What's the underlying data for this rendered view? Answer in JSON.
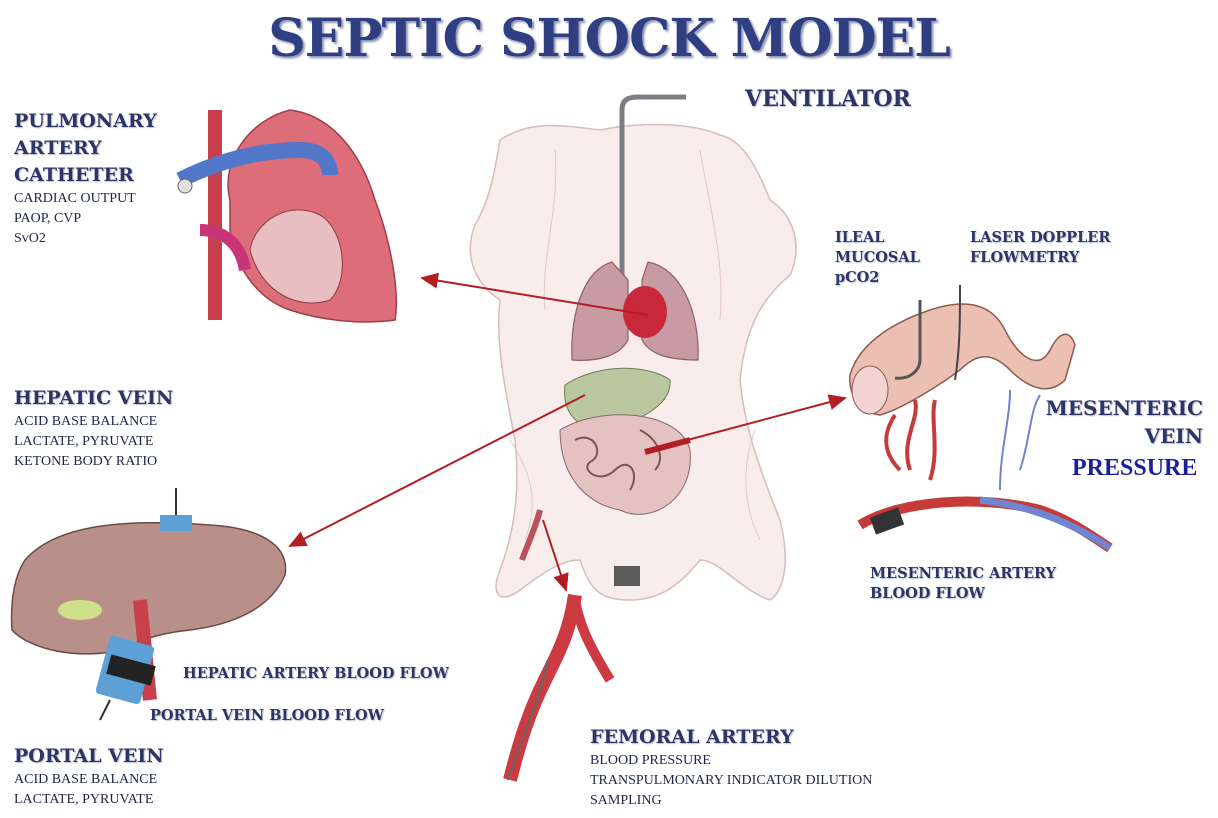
{
  "title": "SEPTIC SHOCK MODEL",
  "ventilator": "VENTILATOR",
  "pulmonary": {
    "heading": [
      "PULMONARY",
      "ARTERY",
      "CATHETER"
    ],
    "measures": [
      "CARDIAC OUTPUT",
      "PAOP, CVP",
      "SvO2"
    ]
  },
  "hepatic": {
    "heading": "HEPATIC VEIN",
    "measures": [
      "ACID BASE BALANCE",
      "LACTATE, PYRUVATE",
      "KETONE BODY RATIO"
    ]
  },
  "liver_labels": {
    "hepatic_artery": "HEPATIC ARTERY BLOOD FLOW",
    "portal_vein_flow": "PORTAL VEIN BLOOD FLOW"
  },
  "portal": {
    "heading": "PORTAL VEIN",
    "measures": [
      "ACID BASE BALANCE",
      "LACTATE, PYRUVATE"
    ]
  },
  "ileal": [
    "ILEAL",
    "MUCOSAL",
    "pCO2"
  ],
  "laser": [
    "LASER DOPPLER",
    "FLOWMETRY"
  ],
  "mesenteric_vein": [
    "MESENTERIC",
    "VEIN"
  ],
  "pressure": "PRESSURE",
  "mesenteric_artery": [
    "MESENTERIC ARTERY",
    "BLOOD FLOW"
  ],
  "femoral": {
    "heading": "FEMORAL ARTERY",
    "measures": [
      "BLOOD PRESSURE",
      "TRANSPULMONARY INDICATOR DILUTION",
      "SAMPLING"
    ]
  },
  "colors": {
    "title": "#2f3f82",
    "arrow": "#b21e24",
    "artery": "#c9303a",
    "vein": "#5a74c2"
  }
}
